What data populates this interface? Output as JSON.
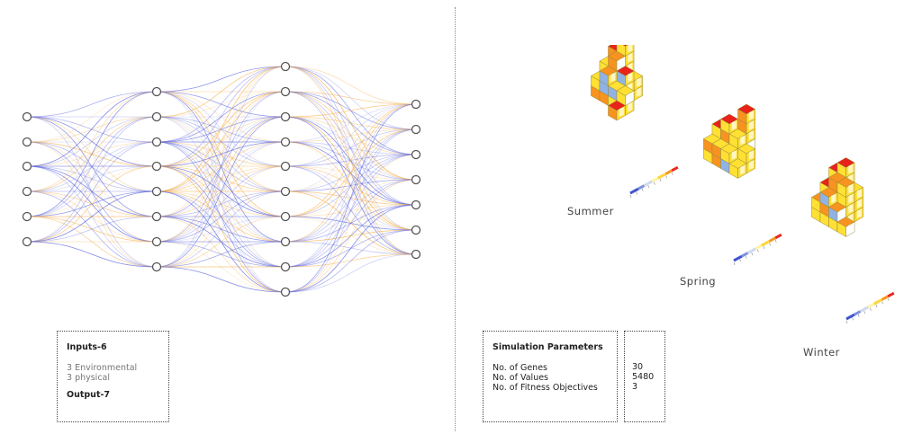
{
  "network": {
    "layers": [
      6,
      8,
      10,
      7
    ],
    "colors": {
      "blue": "#5560dc",
      "orange": "#f5b04a",
      "node_fill": "#ffffff",
      "node_stroke": "#555555"
    }
  },
  "inputs_box": {
    "title": "Inputs-6",
    "line1": "3 Environmental",
    "line2": "3 physical",
    "output": "Output-7"
  },
  "simulation": {
    "title": "Simulation Parameters",
    "rows": [
      {
        "label": "No. of Genes",
        "value": "30"
      },
      {
        "label": "No. of Values",
        "value": "5480"
      },
      {
        "label": "No. of Fitness Objectives",
        "value": "3"
      }
    ]
  },
  "seasons": {
    "summer": "Summer",
    "spring": "Spring",
    "winter": "Winter"
  },
  "massing_colors": {
    "red": "#e8231a",
    "orange": "#f7931e",
    "yellow": "#ffe033",
    "blue": "#8fb3e6",
    "white": "#ffffff"
  }
}
